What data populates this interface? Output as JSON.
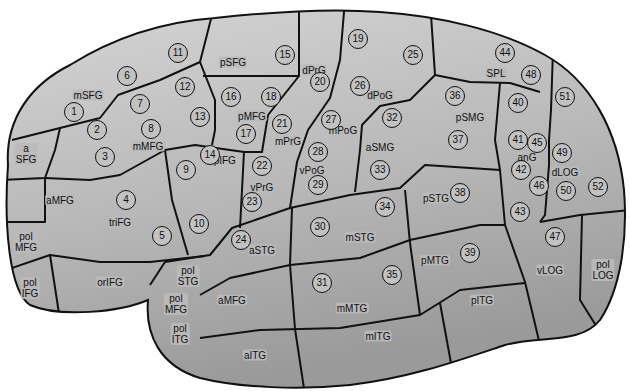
{
  "diagram": {
    "nodes": [
      {
        "text": [
          "1"
        ]
      },
      {
        "text": [
          "2"
        ]
      },
      {
        "text": [
          "3"
        ]
      },
      {
        "text": [
          "4"
        ]
      },
      {
        "text": [
          "5"
        ]
      },
      {
        "text": [
          "6"
        ]
      },
      {
        "text": [
          "7"
        ]
      },
      {
        "text": [
          "8"
        ]
      },
      {
        "text": [
          "9"
        ]
      },
      {
        "text": [
          "10"
        ]
      },
      {
        "text": [
          "11"
        ]
      },
      {
        "text": [
          "12"
        ]
      },
      {
        "text": [
          "13"
        ]
      },
      {
        "text": [
          "14"
        ]
      },
      {
        "text": [
          "15"
        ]
      },
      {
        "text": [
          "16"
        ]
      },
      {
        "text": [
          "17"
        ]
      },
      {
        "text": [
          "18"
        ]
      },
      {
        "text": [
          "19"
        ]
      },
      {
        "text": [
          "20"
        ]
      },
      {
        "text": [
          "21"
        ]
      },
      {
        "text": [
          "22"
        ]
      },
      {
        "text": [
          "23"
        ]
      },
      {
        "text": [
          "24"
        ]
      },
      {
        "text": [
          "25"
        ]
      },
      {
        "text": [
          "26"
        ]
      },
      {
        "text": [
          "27"
        ]
      },
      {
        "text": [
          "28"
        ]
      },
      {
        "text": [
          "29"
        ]
      },
      {
        "text": [
          "30"
        ]
      },
      {
        "text": [
          "31"
        ]
      },
      {
        "text": [
          "32"
        ]
      },
      {
        "text": [
          "33"
        ]
      },
      {
        "text": [
          "34"
        ]
      },
      {
        "text": [
          "35"
        ]
      },
      {
        "text": [
          "36"
        ]
      },
      {
        "text": [
          "37"
        ]
      },
      {
        "text": [
          "38"
        ]
      },
      {
        "text": [
          "39"
        ]
      },
      {
        "text": [
          "40"
        ]
      },
      {
        "text": [
          "41"
        ]
      },
      {
        "text": [
          "42"
        ]
      },
      {
        "text": [
          "43"
        ]
      },
      {
        "text": [
          "44"
        ]
      },
      {
        "text": [
          "45"
        ]
      },
      {
        "text": [
          "46"
        ]
      },
      {
        "text": [
          "47"
        ]
      },
      {
        "text": [
          "48"
        ]
      },
      {
        "text": [
          "49"
        ]
      },
      {
        "text": [
          "50"
        ]
      },
      {
        "text": [
          "51"
        ]
      },
      {
        "text": [
          "52"
        ]
      }
    ],
    "labels": [
      "pSFG",
      "dPrG",
      "dPoG",
      "SPL",
      "mSFG",
      "pMFG",
      "mMFG",
      "mPrG",
      "mPoG",
      "pSMG",
      "aSMG",
      "anG",
      "a SFG",
      "opIFG",
      "vPrG",
      "vPoG",
      "dLOG",
      "aMFG",
      "pSTG",
      "triFG",
      "pol MFG",
      "aSTG",
      "mSTG",
      "pMTG",
      "vLOG",
      "pol LOG",
      "pol STG",
      "orIFG",
      "pol IFG",
      "aMFG",
      "pol MFG",
      "mMTG",
      "pITG",
      "pol ITG",
      "mITG",
      "aITG"
    ]
  }
}
